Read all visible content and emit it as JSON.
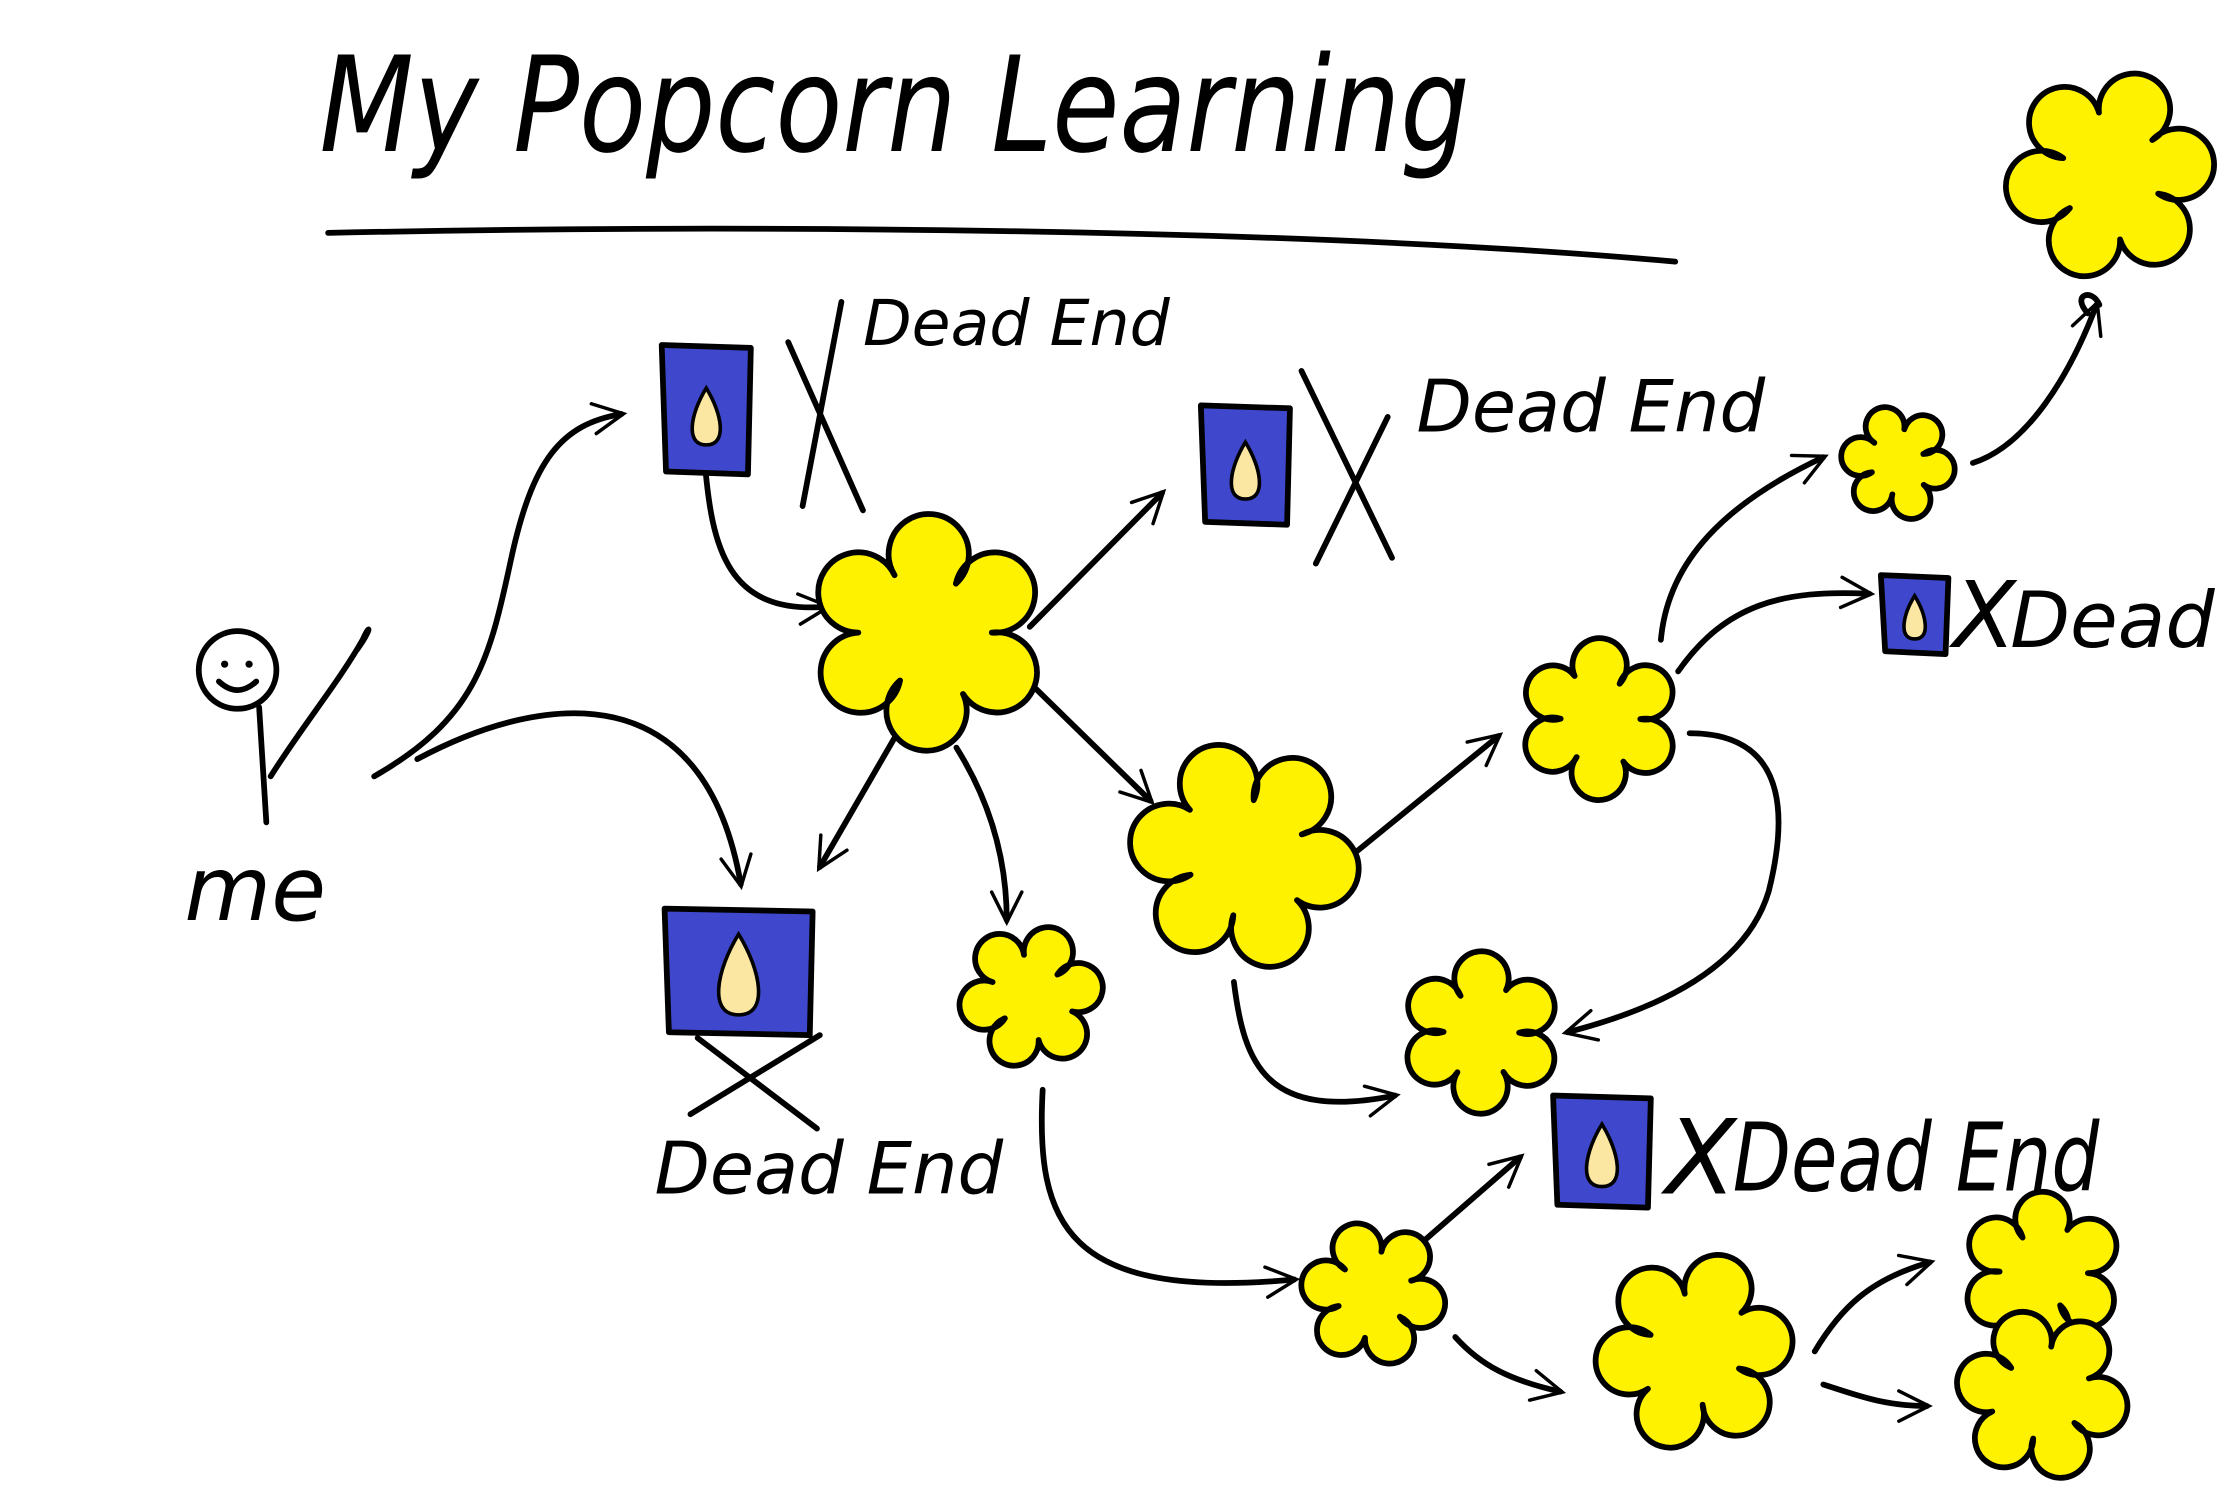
{
  "title": "My Popcorn Learning",
  "person_label": "me",
  "dead_end_labels": [
    "Dead End",
    "Dead End",
    "Dead End",
    "Dead End",
    "Dead End"
  ],
  "x_mark": "X",
  "colors": {
    "popcorn": "#fff200",
    "kernel_box": "#3f48cc",
    "kernel": "#fbe7a1",
    "ink": "#000000"
  },
  "icons": [
    "stick-figure-icon",
    "kernel-icon",
    "popcorn-icon",
    "arrow-icon",
    "x-mark-icon"
  ]
}
